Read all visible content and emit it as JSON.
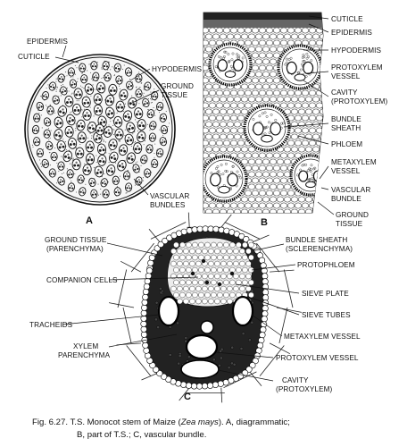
{
  "panel_a": {
    "letter": "A",
    "labels": {
      "epidermis": "EPIDERMIS",
      "cuticle": "CUTICLE",
      "hypodermis": "HYPODERMIS",
      "ground_tissue_1": "GROUND",
      "ground_tissue_2": "TISSUE",
      "vascular_bundles_1": "VASCULAR",
      "vascular_bundles_2": "BUNDLES"
    }
  },
  "panel_b": {
    "letter": "B",
    "labels": {
      "cuticle": "CUTICLE",
      "epidermis": "EPIDERMIS",
      "hypodermis": "HYPODERMIS",
      "protoxylem_1": "PROTOXYLEM",
      "protoxylem_2": "VESSEL",
      "cavity_1": "CAVITY",
      "cavity_2": "(PROTOXYLEM)",
      "bundle_sheath_1": "BUNDLE",
      "bundle_sheath_2": "SHEATH",
      "phloem": "PHLOEM",
      "metaxylem_1": "METAXYLEM",
      "metaxylem_2": "VESSEL",
      "vascular_bundle_1": "VASCULAR",
      "vascular_bundle_2": "BUNDLE",
      "ground_tissue_1": "GROUND",
      "ground_tissue_2": "TISSUE"
    }
  },
  "panel_c": {
    "letter": "C",
    "labels": {
      "ground_tissue_1": "GROUND TISSUE",
      "ground_tissue_2": "(PARENCHYMA)",
      "bundle_sheath_1": "BUNDLE SHEATH",
      "bundle_sheath_2": "(SCLERENCHYMA)",
      "protophloem": "PROTOPHLOEM",
      "companion_cells": "COMPANION CELLS",
      "sieve_plate": "SIEVE PLATE",
      "sieve_tubes": "SIEVE TUBES",
      "tracheids": "TRACHEIDS",
      "metaxylem_vessel": "METAXYLEM VESSEL",
      "xylem_parenchyma_1": "XYLEM",
      "xylem_parenchyma_2": "PARENCHYMA",
      "protoxylem_vessel": "PROTOXYLEM VESSEL",
      "cavity_1": "CAVITY",
      "cavity_2": "(PROTOXYLEM)"
    }
  },
  "caption": {
    "prefix": "Fig. 6.27. T.S. Monocot stem of Maize (",
    "species": "Zea mays",
    "suffix": "). A, diagrammatic;",
    "line2": "B, part of T.S.; C, vascular bundle."
  }
}
